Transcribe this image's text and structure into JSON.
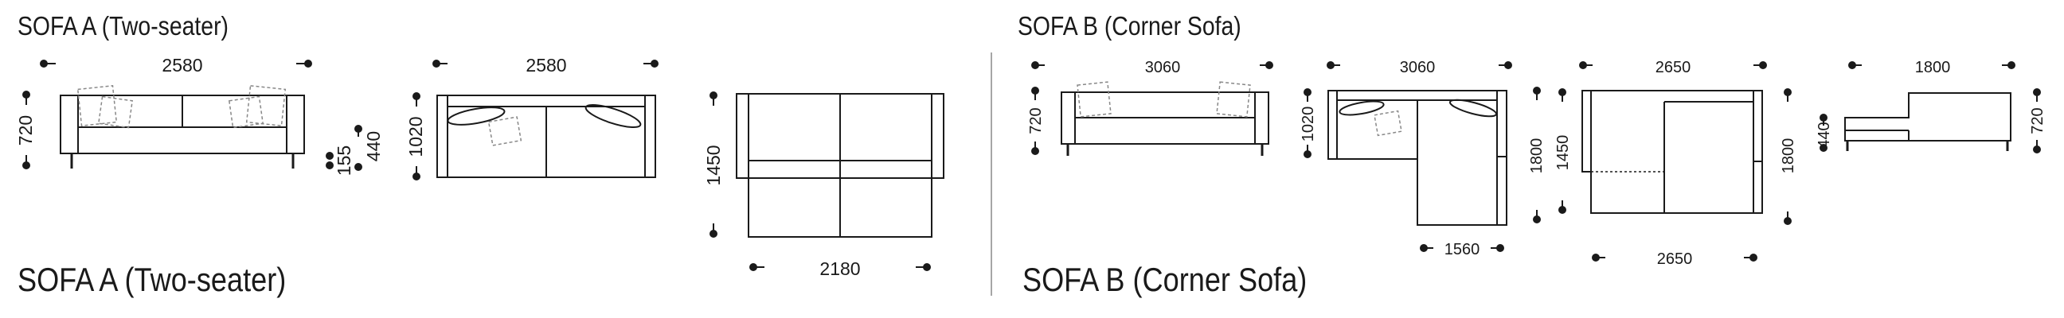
{
  "sofa_a": {
    "title": "SOFA A (Two-seater)",
    "caption": "SOFA A (Two-seater)",
    "dims": {
      "front_width": "2580",
      "front_height": "720",
      "seat_height": "440",
      "leg_height": "155",
      "top_width": "2580",
      "top_depth": "1020",
      "bed_length": "1450",
      "bed_width": "2180"
    }
  },
  "sofa_b": {
    "title": "SOFA B (Corner Sofa)",
    "caption": "SOFA B (Corner Sofa)",
    "dims": {
      "front_width": "3060",
      "front_height": "720",
      "top_width": "3060",
      "top_depth": "1020",
      "chaise_length": "1800",
      "chaise_width": "1560",
      "bed_width_top": "2650",
      "bed_length_left": "1450",
      "bed_length_right": "1800",
      "bed_width_bottom": "2650",
      "side_width": "1800",
      "side_seat_height": "440",
      "side_height": "720"
    }
  },
  "colors": {
    "line": "#1a1a1a",
    "divider": "#888888",
    "cushion": "#888888"
  }
}
